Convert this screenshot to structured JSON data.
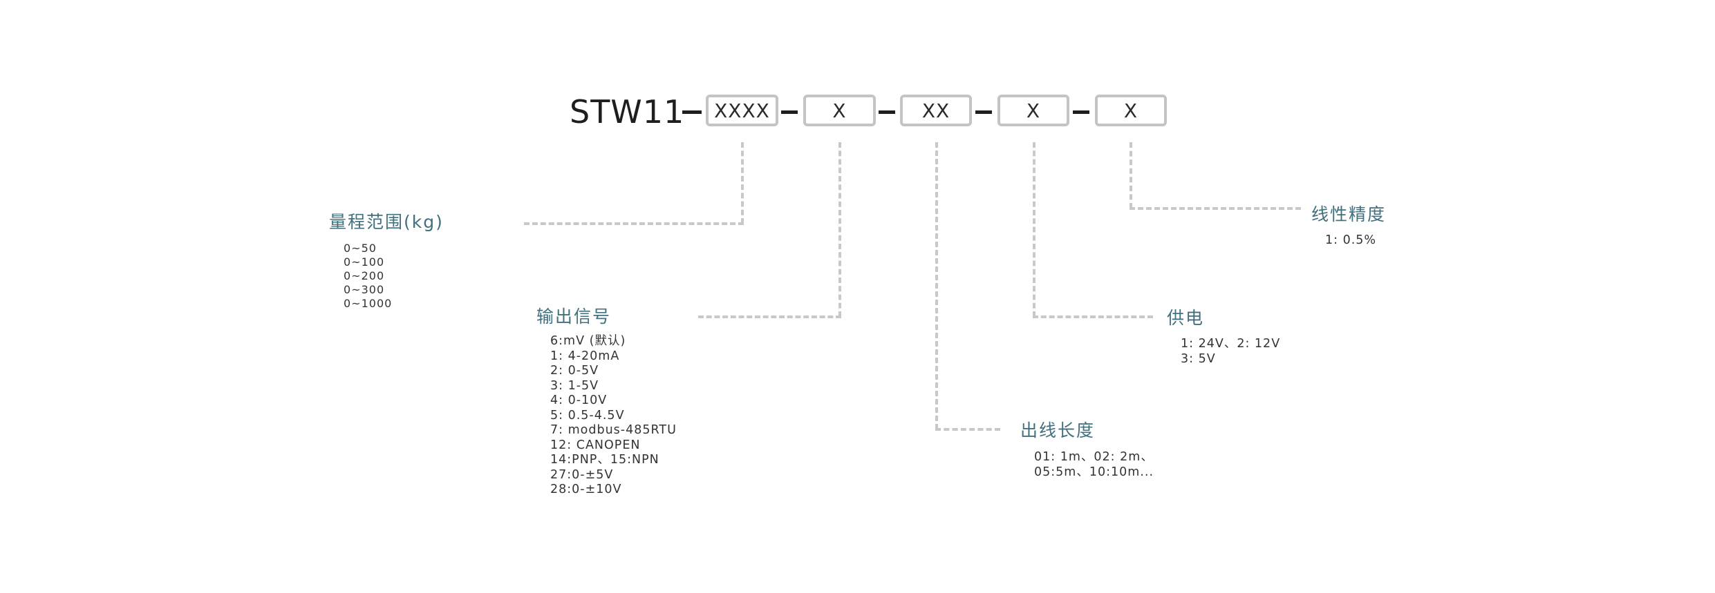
{
  "model": {
    "prefix": "STW11",
    "separator": "–",
    "codes": [
      "XXXX",
      "X",
      "XX",
      "X",
      "X"
    ]
  },
  "sections": {
    "range": {
      "title": "量程范围(kg)",
      "options": [
        "0~50",
        "0~100",
        "0~200",
        "0~300",
        "0~1000"
      ]
    },
    "output": {
      "title": "输出信号",
      "options": [
        "6:mV (默认)",
        "1: 4-20mA",
        "2: 0-5V",
        "3: 1-5V",
        "4: 0-10V",
        "5: 0.5-4.5V",
        "7: modbus-485RTU",
        "12: CANOPEN",
        "14:PNP、15:NPN",
        "27:0-±5V",
        "28:0-±10V"
      ]
    },
    "cable": {
      "title": "出线长度",
      "options": [
        "01: 1m、02: 2m、",
        "05:5m、10:10m..."
      ]
    },
    "power": {
      "title": "供电",
      "options": [
        "1: 24V、2: 12V",
        "3: 5V"
      ]
    },
    "accuracy": {
      "title": "线性精度",
      "options": [
        "1: 0.5%"
      ]
    }
  },
  "colors": {
    "title": "#41707e",
    "text": "#333333",
    "box_border": "#c4c4c4",
    "connector": "#c8c8c8",
    "prefix": "#1e1e1e"
  }
}
